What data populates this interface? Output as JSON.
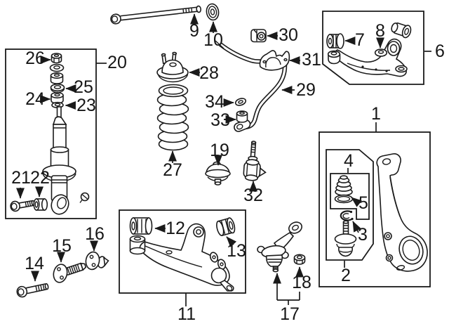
{
  "colors": {
    "background": "#ffffff",
    "line": "#1a1a1a"
  },
  "callouts": {
    "c1": "1",
    "c2": "2",
    "c3": "3",
    "c4": "4",
    "c5": "5",
    "c6": "6",
    "c7": "7",
    "c8": "8",
    "c9": "9",
    "c10": "10",
    "c11": "11",
    "c12": "12",
    "c13": "13",
    "c14": "14",
    "c15": "15",
    "c16": "16",
    "c17": "17",
    "c18": "18",
    "c19": "19",
    "c20": "20",
    "c21": "21",
    "c22": "22",
    "c23": "23",
    "c24": "24",
    "c25": "25",
    "c26": "26",
    "c27": "27",
    "c28": "28",
    "c29": "29",
    "c30": "30",
    "c31": "31",
    "c32": "32",
    "c33": "33",
    "c34": "34"
  }
}
